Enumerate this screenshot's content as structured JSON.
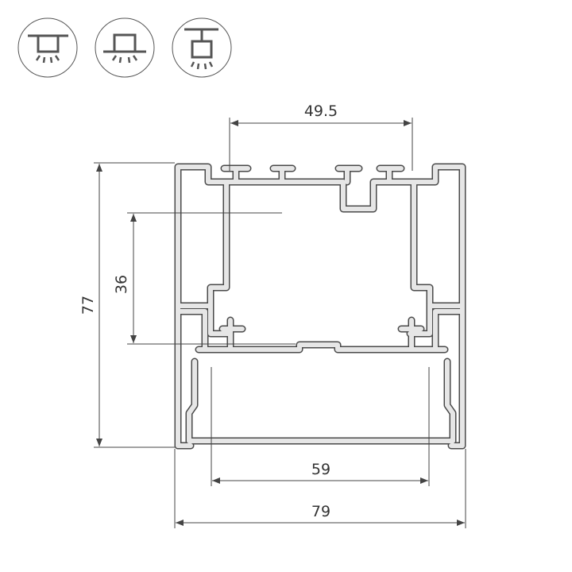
{
  "mounting_icons": [
    {
      "name": "recessed-mount-icon"
    },
    {
      "name": "surface-mount-icon"
    },
    {
      "name": "suspended-mount-icon"
    }
  ],
  "dimensions": {
    "top_channel_width": "49.5",
    "inner_height": "36",
    "total_height": "77",
    "diffuser_width": "59",
    "total_width": "79"
  },
  "colors": {
    "profile_fill": "#e6e6e6",
    "outline": "#4a4a4a",
    "dimension_line": "#444444"
  }
}
